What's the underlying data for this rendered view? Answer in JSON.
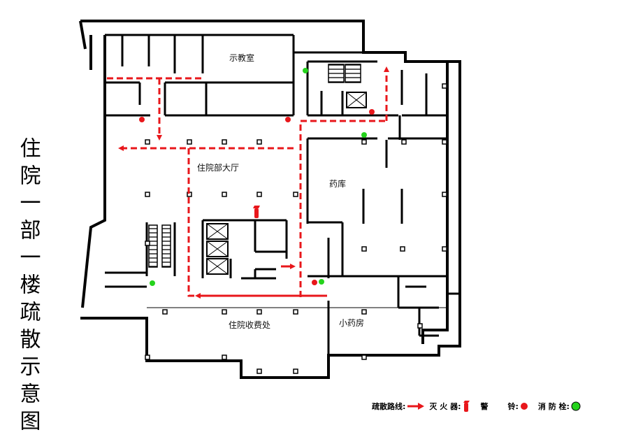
{
  "title": "住院一部一楼疏散示意图",
  "rooms": {
    "teaching": "示教室",
    "hall": "住院部大厅",
    "pharmacy_store": "药库",
    "cashier": "住院收费处",
    "small_pharmacy": "小药房"
  },
  "legend": {
    "route_label": "疏散路线:",
    "extinguisher_label": "灭 火 器:",
    "alarm_label": "警",
    "bell_label": "铃:",
    "hydrant_label": "消 防 栓:"
  },
  "colors": {
    "route": "#e8171b",
    "bell": "#e8171b",
    "hydrant": "#25d31c",
    "wall": "#000000"
  },
  "icons": {
    "route": "red-arrow-icon",
    "extinguisher": "fire-extinguisher-icon",
    "bell": "red-dot-icon",
    "hydrant": "green-dot-icon"
  }
}
